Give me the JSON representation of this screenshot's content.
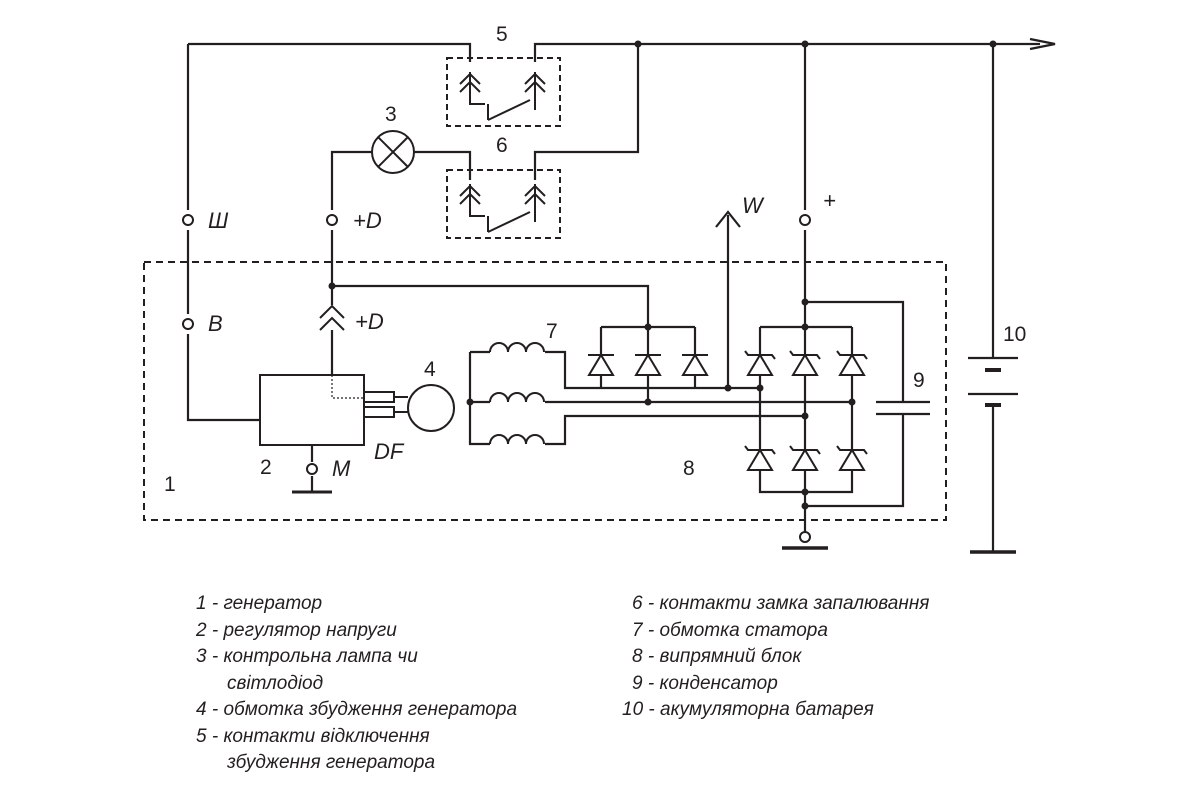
{
  "labels": {
    "n1": "1",
    "n2": "2",
    "n3": "3",
    "n4": "4",
    "n5": "5",
    "n6": "6",
    "n7": "7",
    "n8": "8",
    "n9": "9",
    "n10": "10"
  },
  "terminals": {
    "sh": "Ш",
    "b": "B",
    "d_top": "+D",
    "d_mid": "+D",
    "w": "W",
    "plus": "+",
    "m": "M",
    "df": "DF"
  },
  "legend": {
    "left": [
      "1 - генератор",
      "2 - регулятор напруги",
      "3 - контрольна лампа чи",
      "світлодіод",
      "4 - обмотка збудження генератора",
      "5 - контакти відключення",
      "збудження генератора"
    ],
    "right": [
      "6 - контакти замка запалювання",
      "7 - обмотка статора",
      "8 - випрямний блок",
      "9 - конденсатор",
      "10 - акумуляторна батарея"
    ]
  },
  "colors": {
    "ink": "#231f20",
    "background": "#ffffff"
  }
}
